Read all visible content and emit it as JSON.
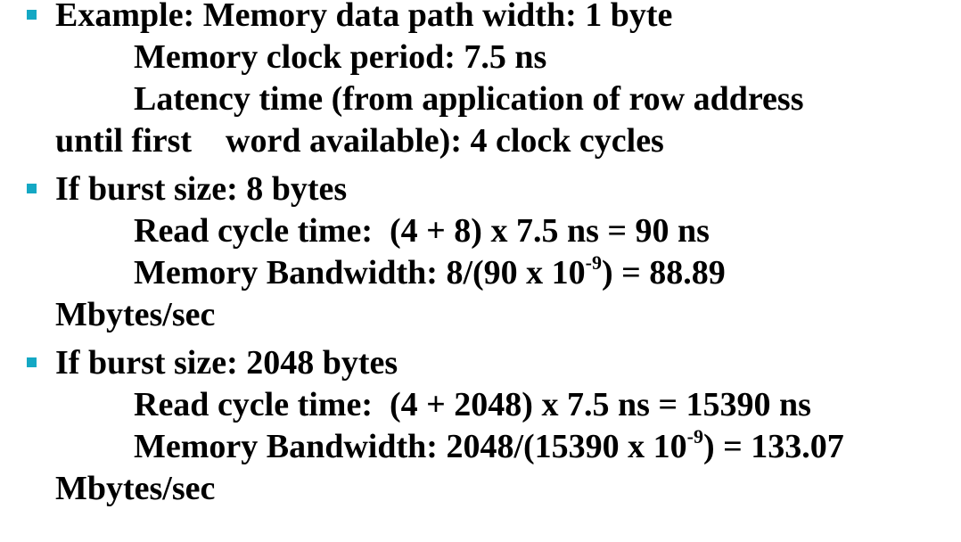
{
  "bullets": [
    {
      "lines": [
        "Example: Memory data path width: 1 byte",
        "Memory clock period: 7.5 ns",
        "Latency time (from application of row address",
        "until first    word available): 4 clock cycles"
      ]
    },
    {
      "lines": [
        "If burst size: 8 bytes",
        "Read cycle time:  (4 + 8) x 7.5 ns = 90 ns"
      ],
      "bandwidth": {
        "prefix": "Memory Bandwidth: 8/(90 x 10",
        "exponent": "-9",
        "suffix": ") = 88.89"
      },
      "continuation": "Mbytes/sec"
    },
    {
      "lines": [
        "If burst size: 2048 bytes",
        "Read cycle time:  (4 + 2048) x 7.5 ns = 15390 ns"
      ],
      "bandwidth": {
        "prefix": "Memory Bandwidth: 2048/(15390 x 10",
        "exponent": "-9",
        "suffix": ") = 133.07"
      },
      "continuation": "Mbytes/sec"
    }
  ],
  "colors": {
    "bullet": "#14a8c4",
    "text": "#000000",
    "background": "#ffffff"
  }
}
